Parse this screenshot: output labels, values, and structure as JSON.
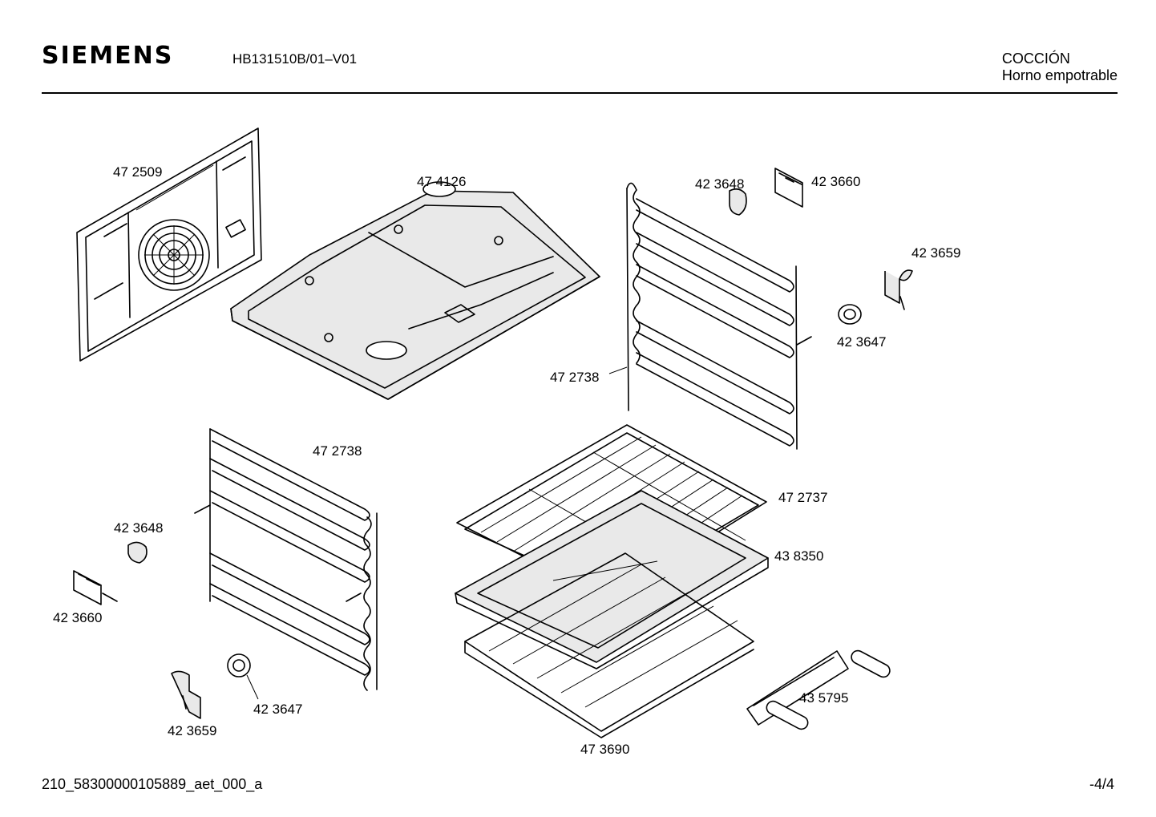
{
  "header": {
    "brand": "SIEMENS",
    "model": "HB131510B/01–V01",
    "category_line1": "COCCIÓN",
    "category_line2": "Horno empotrable"
  },
  "footer": {
    "doc_id": "210_58300000105889_aet_000_a",
    "page": "-4/4"
  },
  "parts": {
    "back_panel": "47 2509",
    "oven_floor": "47 4126",
    "rack_right": "47 2738",
    "rack_left": "47 2738",
    "holder_r1": "42 3648",
    "clip_r1": "42 3660",
    "clip_r2": "42 3659",
    "holder_r2": "42 3647",
    "holder_l1": "42 3648",
    "clip_l1": "42 3660",
    "holder_l2": "42 3647",
    "clip_l2": "42 3659",
    "wire_shelf": "47 2737",
    "baking_tray": "43 8350",
    "grill_rack": "47 3690",
    "tray_handle": "43 5795"
  }
}
